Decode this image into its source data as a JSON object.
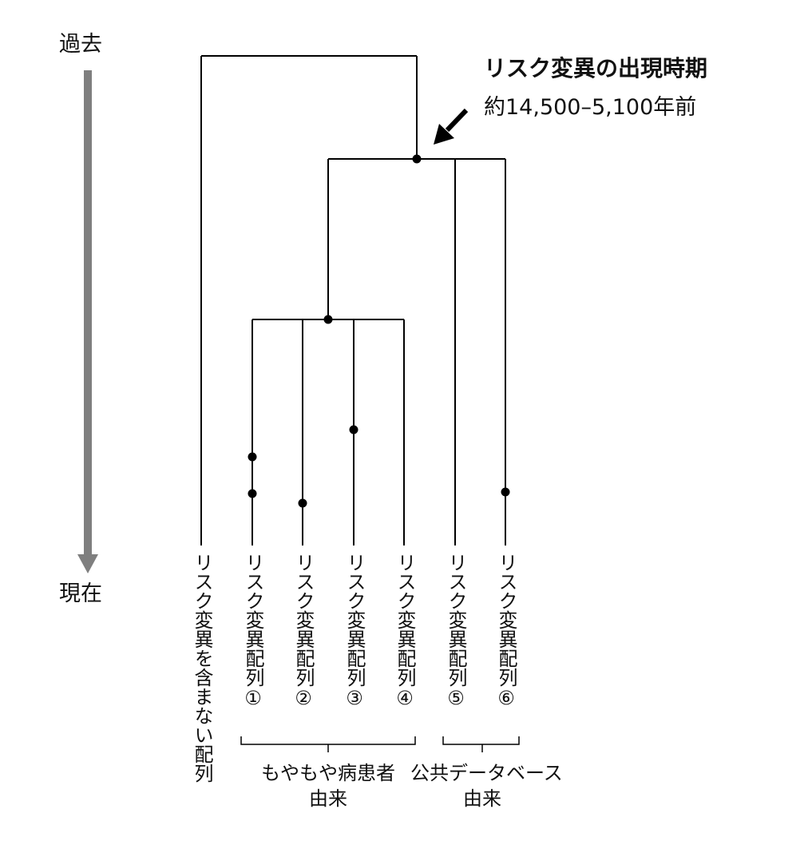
{
  "timeline": {
    "past_label": "過去",
    "present_label": "現在",
    "arrow_color": "#7f7f7f"
  },
  "annotation": {
    "title": "リスク変異の出現時期",
    "subtitle": "約14,500–5,100年前"
  },
  "leaves": [
    "リスク変異を含まない配列",
    "リスク変異配列①",
    "リスク変異配列②",
    "リスク変異配列③",
    "リスク変異配列④",
    "リスク変異配列⑤",
    "リスク変異配列⑥"
  ],
  "groups": [
    {
      "line1": "もやもや病患者",
      "line2": "由来"
    },
    {
      "line1": "公共データベース",
      "line2": "由来"
    }
  ],
  "colors": {
    "line": "#000000",
    "dot": "#000000",
    "arrow": "#7f7f7f"
  }
}
